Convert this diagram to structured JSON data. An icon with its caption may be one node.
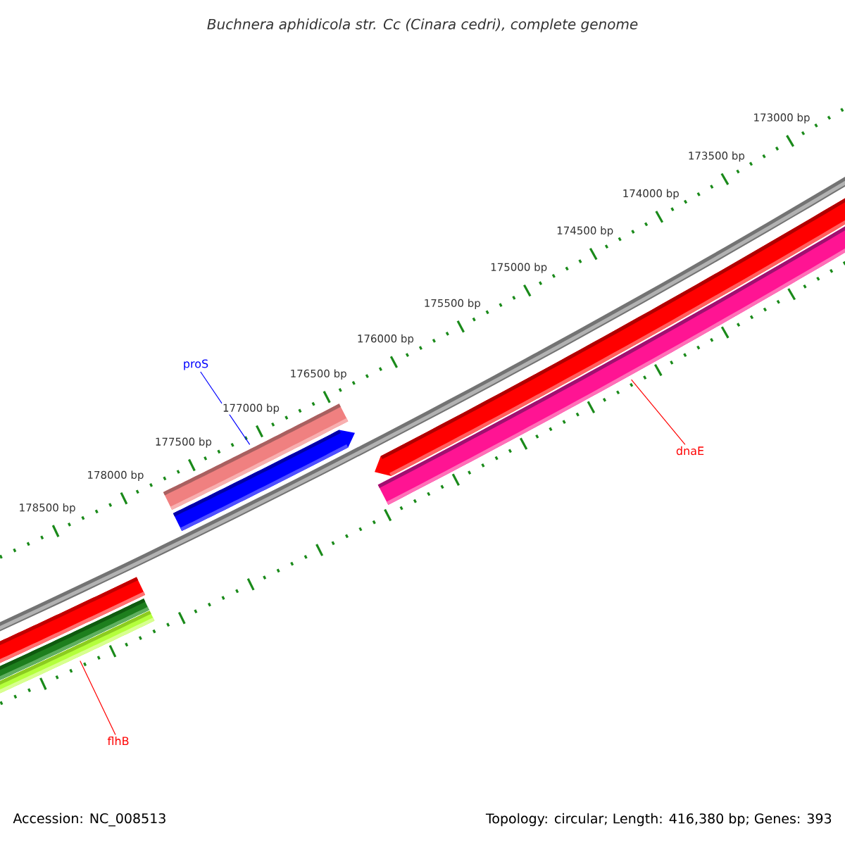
{
  "diagram": {
    "title": "Buchnera aphidicola str. Cc (Cinara cedri), complete genome",
    "nodes": [
      {
        "text": [
          "proS"
        ]
      },
      {
        "text": [
          "dnaE"
        ]
      },
      {
        "text": [
          "flhB"
        ]
      },
      {
        "text": [],
        "shape": "bar"
      },
      {
        "text": [],
        "shape": "bar"
      },
      {
        "text": [],
        "shape": "bar"
      },
      {
        "text": [],
        "shape": "bar"
      },
      {
        "text": [],
        "shape": "bar"
      },
      {
        "text": [],
        "shape": "bar"
      },
      {
        "text": [],
        "shape": "bar"
      }
    ],
    "edges": [
      {
        "from": 0,
        "to": 6,
        "arrow": "none",
        "color": "#0000ff"
      },
      {
        "from": 1,
        "to": 9,
        "arrow": "none"
      },
      {
        "from": 2,
        "to": 5,
        "arrow": "none"
      }
    ],
    "labels": [
      "173000 bp",
      "173500 bp",
      "174000 bp",
      "174500 bp",
      "175000 bp",
      "175500 bp",
      "176000 bp",
      "176500 bp",
      "177000 bp",
      "177500 bp",
      "178000 bp",
      "178500 bp",
      "Accession: NC_008513",
      "Topology: circular; Length: 416,380 bp; Genes: 393"
    ]
  }
}
